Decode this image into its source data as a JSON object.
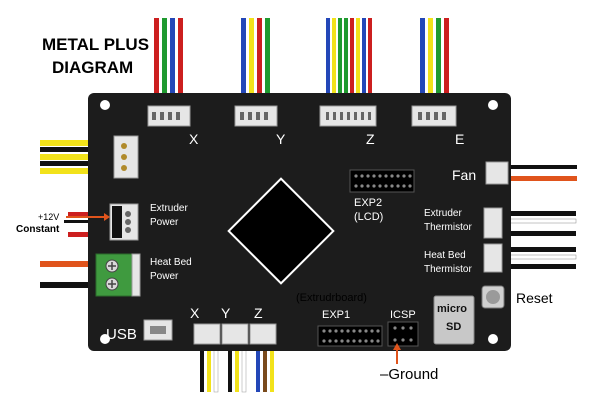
{
  "title": {
    "line1": "METAL PLUS",
    "line2": "DIAGRAM"
  },
  "top_connectors": {
    "x": "X",
    "y": "Y",
    "z": "Z",
    "e": "E"
  },
  "left_labels": {
    "voltage": "+12V",
    "constant": "Constant",
    "extruder_power_1": "Extruder",
    "extruder_power_2": "Power",
    "heat_bed_power_1": "Heat Bed",
    "heat_bed_power_2": "Power"
  },
  "right_labels": {
    "fan": "Fan",
    "extruder_thermistor_1": "Extruder",
    "extruder_thermistor_2": "Thermistor",
    "heat_bed_thermistor_1": "Heat Bed",
    "heat_bed_thermistor_2": "Thermistor",
    "reset": "Reset"
  },
  "board_labels": {
    "exp2_1": "EXP2",
    "exp2_2": "(LCD)",
    "extrudrboard": "(Extrudrboard)",
    "exp1": "EXP1",
    "icsp": "ICSP",
    "microsd_1": "micro",
    "microsd_2": "SD",
    "usb": "USB"
  },
  "bottom_endstops": {
    "x": "X",
    "y": "Y",
    "z": "Z"
  },
  "ground": "–Ground",
  "colors": {
    "board": "#1c1c1c",
    "wire_red": "#cc1f1f",
    "wire_green": "#1f9a2f",
    "wire_blue": "#2347b8",
    "wire_yellow": "#f2e21a",
    "wire_black": "#111111",
    "wire_orange": "#e0541c",
    "wire_white": "#ffffff",
    "wire_brown": "#7a4a1c",
    "screw_terminal": "#3f9a3f",
    "connector_housing": "#e6e6e6"
  }
}
